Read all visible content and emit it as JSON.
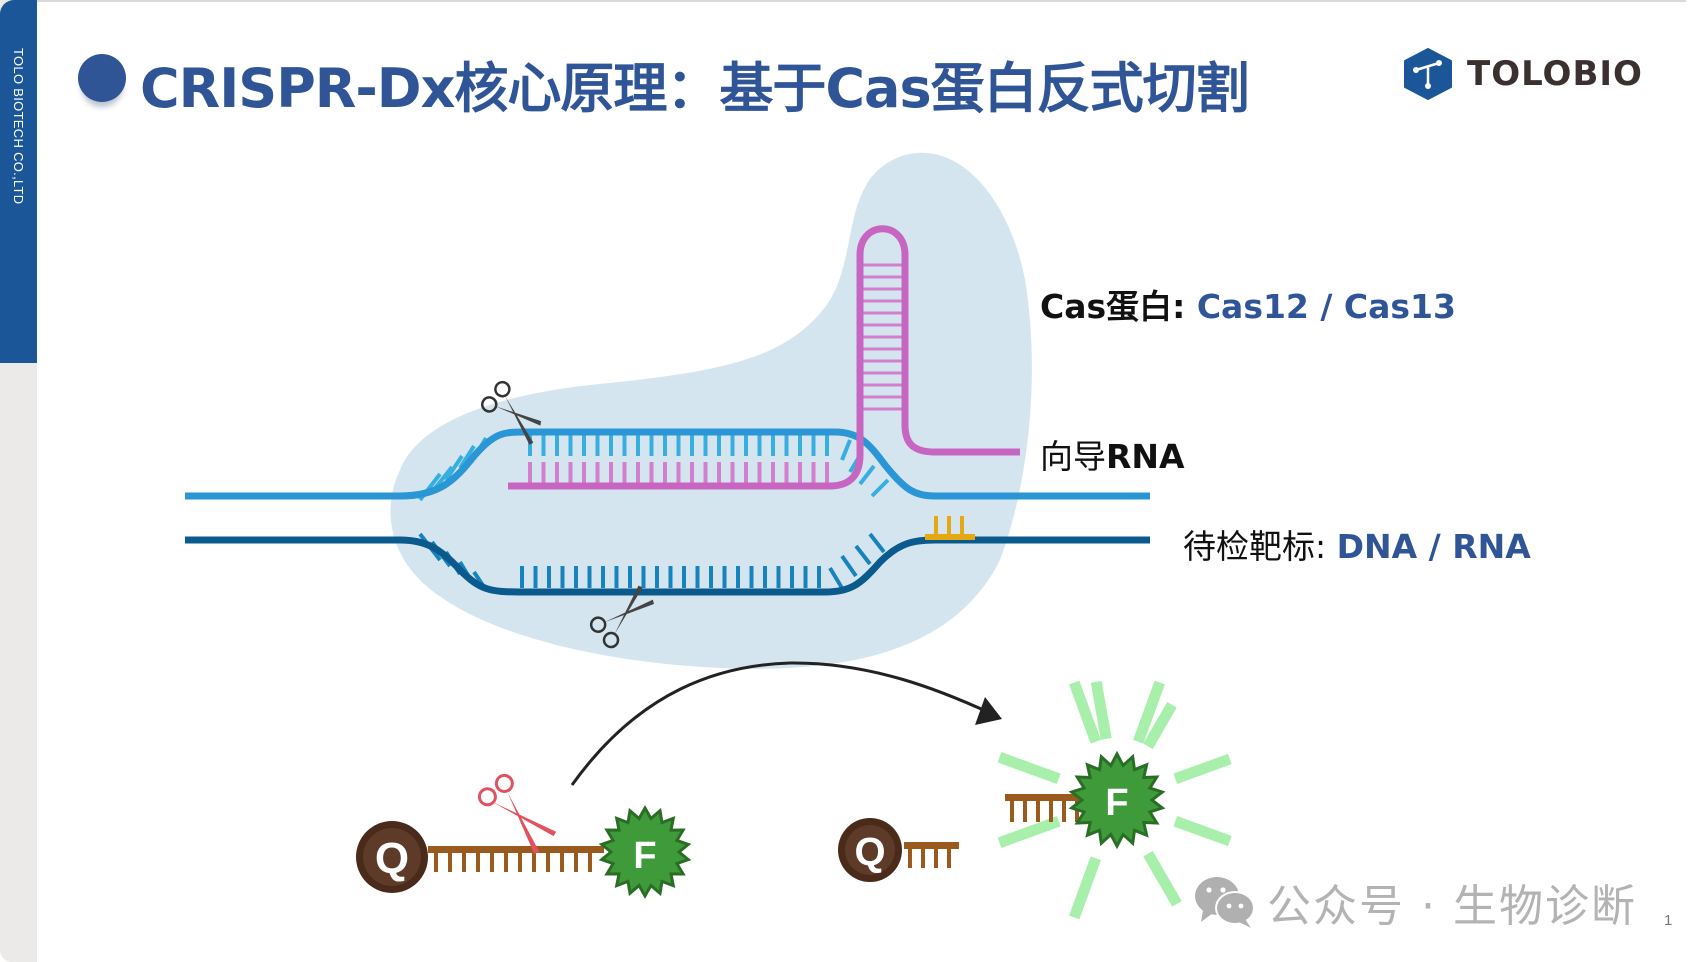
{
  "sidebar": {
    "company": "TOLO BIOTECH CO.,LTD"
  },
  "header": {
    "title": "CRISPR-Dx核心原理：基于Cas蛋白反式切割",
    "logo_text": "TOLOBIO",
    "title_color": "#2f5597",
    "brand_color": "#1a5698"
  },
  "diagram": {
    "cas_label_prefix": "Cas蛋白: ",
    "cas_label_value": "Cas12 / Cas13",
    "guide_label_cn": "向导",
    "guide_label_en": "RNA",
    "target_label_prefix": "待检靶标: ",
    "target_label_value": "DNA / RNA",
    "reporter_quencher": "Q",
    "reporter_fluorophore": "F",
    "colors": {
      "protein": "#d5e5ef",
      "dna_light": "#2a96d6",
      "dna_dark": "#0b5a8e",
      "guide_rna": "#c766c0",
      "pam": "#e3a812",
      "reporter": "#9a5a1e",
      "quencher": "#4a2a1a",
      "fluorophore": "#3f9a3a",
      "glow": "#a8efac",
      "scissors_cis": "#3f3f3f",
      "scissors_trans": "#e0535e"
    }
  },
  "footer": {
    "watermark": "公众号 · 生物诊断",
    "page_number": "1"
  }
}
